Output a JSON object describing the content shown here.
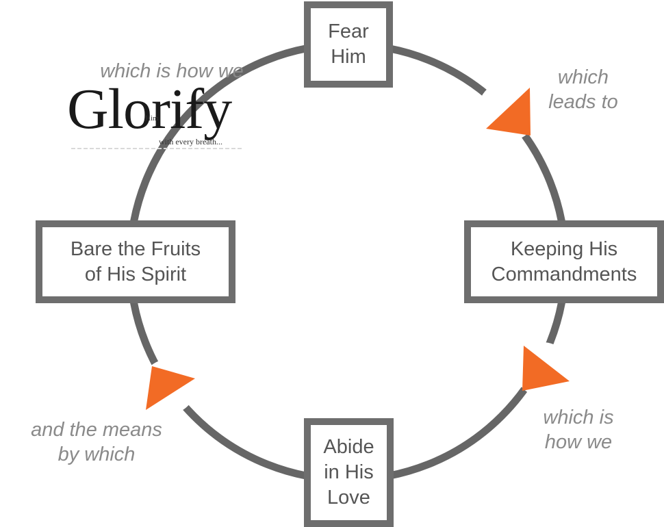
{
  "nodes": {
    "fear": {
      "line1": "Fear",
      "line2": "Him"
    },
    "keeping": {
      "line1": "Keeping His",
      "line2": "Commandments"
    },
    "abide": {
      "line1": "Abide",
      "line2": "in His",
      "line3": "Love"
    },
    "fruits": {
      "line1": "Bare the Fruits",
      "line2": "of His Spirit"
    }
  },
  "edge_labels": {
    "leads_to": {
      "line1": "which",
      "line2": "leads to"
    },
    "which_is_how_we_lower": {
      "line1": "which is",
      "line2": "how we"
    },
    "means_by_which": {
      "line1": "and the means",
      "line2": "by which"
    },
    "which_is_how_we_upper": "which is how we"
  },
  "logo": {
    "word": "Glorify",
    "small_word": "Him",
    "tagline": "with every breath..."
  },
  "colors": {
    "ring": "#666666",
    "box_border": "#6e6e6e",
    "box_text": "#555555",
    "label_text": "#8a8a8a",
    "arrow": "#f26b25"
  },
  "icons": [
    "arrow-head-icon"
  ]
}
